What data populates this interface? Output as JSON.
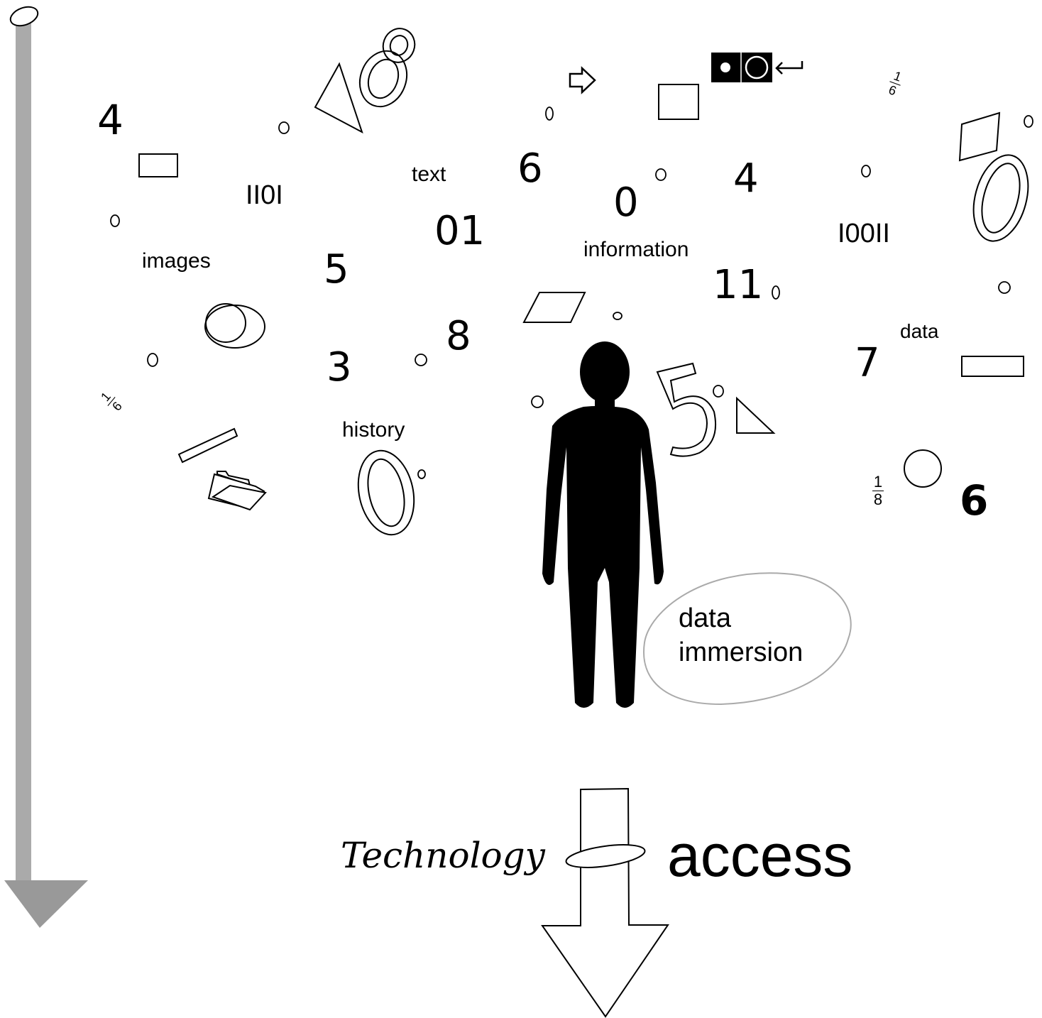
{
  "colors": {
    "ink": "#000000",
    "timeline_gray": "#aaaaaa",
    "bubble_stroke": "#aaaaaa",
    "background": "#ffffff"
  },
  "labels": {
    "text": "text",
    "images": "images",
    "information": "information",
    "history": "history",
    "data": "data",
    "bubble_line1": "data",
    "bubble_line2": "immersion",
    "technology": "Technology",
    "access": "access"
  },
  "binary": {
    "b1": "II0I",
    "b2": "I00II",
    "b3": "01",
    "b4": "11"
  },
  "numbers": {
    "n4a": "4",
    "n6a": "6",
    "n0": "0",
    "n4b": "4",
    "n5": "5",
    "n8": "8",
    "n3": "3",
    "n7": "7",
    "n6b": "6"
  },
  "fractions": {
    "f1_num": "1",
    "f1_den": "8",
    "f2_num": "1",
    "f2_den": "6",
    "f3_num": "1",
    "f3_den": "6"
  },
  "icons": [
    "timeline-arrow-icon",
    "access-arrow-icon",
    "person-silhouette-icon",
    "folder-icon",
    "arrow-right-icon",
    "record-toggle-icon",
    "return-arrow-icon",
    "hollow-digit-zero-icon",
    "hollow-digit-eight-icon",
    "hollow-digit-five-icon"
  ]
}
